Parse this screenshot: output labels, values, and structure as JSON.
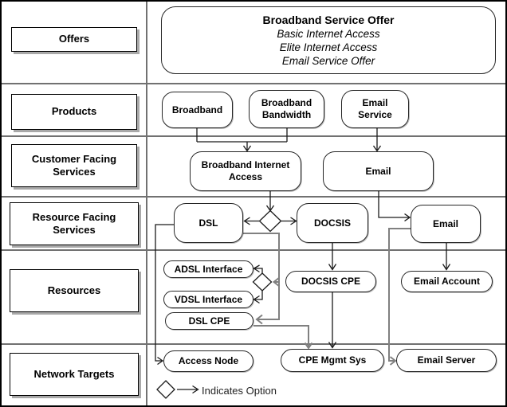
{
  "rows": [
    "Offers",
    "Products",
    "Customer Facing Services",
    "Resource Facing Services",
    "Resources",
    "Network Targets"
  ],
  "offer": {
    "title": "Broadband Service Offer",
    "items": [
      "Basic Internet Access",
      "Elite Internet Access",
      "Email Service Offer"
    ]
  },
  "nodes": {
    "broadband": "Broadband",
    "broadband_bandwidth": "Broadband Bandwidth",
    "email_service": "Email Service",
    "broadband_internet_access": "Broadband Internet Access",
    "email_cfs": "Email",
    "dsl": "DSL",
    "docsis": "DOCSIS",
    "email_rfs": "Email",
    "adsl_interface": "ADSL Interface",
    "vdsl_interface": "VDSL Interface",
    "dsl_cpe": "DSL CPE",
    "docsis_cpe": "DOCSIS CPE",
    "email_account": "Email Account",
    "access_node": "Access Node",
    "cpe_mgmt_sys": "CPE Mgmt Sys",
    "email_server": "Email Server"
  },
  "legend": {
    "label": "Indicates Option"
  },
  "colors": {
    "line": "#1a1a1a",
    "option_line": "#808080",
    "grid_line": "#717171",
    "background": "#ffffff"
  }
}
